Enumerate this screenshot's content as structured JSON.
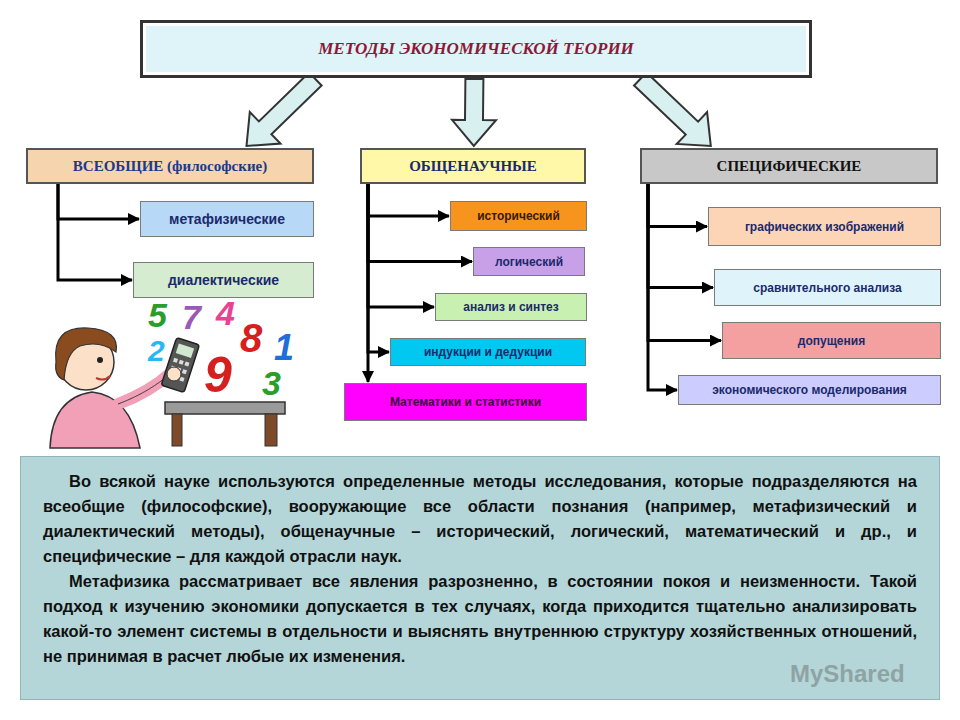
{
  "diagram": {
    "nodes": [
      {
        "text": [
          "МЕТОДЫ ЭКОНОМИЧЕСКОЙ ТЕОРИИ"
        ]
      },
      {
        "text": [
          "ВСЕОБЩИЕ (философские)"
        ]
      },
      {
        "text": [
          "метафизические"
        ]
      },
      {
        "text": [
          "диалектические"
        ]
      },
      {
        "text": [
          "ОБЩЕНАУЧНЫЕ"
        ]
      },
      {
        "text": [
          "исторический"
        ]
      },
      {
        "text": [
          "логический"
        ]
      },
      {
        "text": [
          "анализ и синтез"
        ]
      },
      {
        "text": [
          "индукции и дедукции"
        ]
      },
      {
        "text": [
          "Математики и статистики"
        ]
      },
      {
        "text": [
          "СПЕЦИФИЧЕСКИЕ"
        ]
      },
      {
        "text": [
          "графических изображений"
        ]
      },
      {
        "text": [
          "сравнительного анализа"
        ]
      },
      {
        "text": [
          "допущения"
        ]
      },
      {
        "text": [
          "экономического моделирования"
        ]
      },
      {
        "text": [
          "Во всякой науке используются определенные методы исследования, которые подразделяются на всеобщие (философские), вооружающие все области познания (например, метафизический и диалектический методы), общенаучные – исторический, логический, математический и др., и специфические – для каждой отрасли наук.",
          "Метафизика рассматривает все явления разрозненно, в состоянии покоя и неизменности. Такой подход к изучению экономики допускается в тех случаях, когда приходится тщательно анализировать какой-то элемент системы в отдельности и выяснять внутреннюю структуру хозяйственных отношений, не принимая в расчет любые их изменения."
        ]
      }
    ],
    "edges": [
      {
        "from": 0,
        "to": 1,
        "arrow": "to"
      },
      {
        "from": 0,
        "to": 4,
        "arrow": "to"
      },
      {
        "from": 0,
        "to": 10,
        "arrow": "to"
      },
      {
        "from": 1,
        "to": 2,
        "arrow": "to"
      },
      {
        "from": 1,
        "to": 3,
        "arrow": "to"
      },
      {
        "from": 4,
        "to": 5,
        "arrow": "to"
      },
      {
        "from": 4,
        "to": 6,
        "arrow": "to"
      },
      {
        "from": 4,
        "to": 7,
        "arrow": "to"
      },
      {
        "from": 4,
        "to": 8,
        "arrow": "to"
      },
      {
        "from": 4,
        "to": 9,
        "arrow": "to"
      },
      {
        "from": 10,
        "to": 11,
        "arrow": "to"
      },
      {
        "from": 10,
        "to": 12,
        "arrow": "to"
      },
      {
        "from": 10,
        "to": 13,
        "arrow": "to"
      },
      {
        "from": 10,
        "to": 14,
        "arrow": "to"
      }
    ],
    "labels": [
      "5",
      "7",
      "4",
      "8",
      "1",
      "2",
      "9",
      "3",
      "MyShared"
    ]
  }
}
